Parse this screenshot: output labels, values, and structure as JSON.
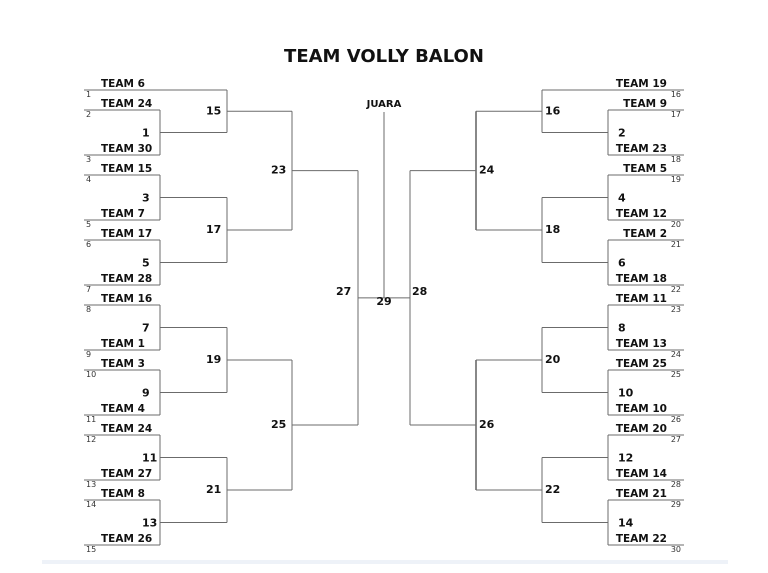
{
  "title": "TEAM VOLLY BALON",
  "winner_label": "JUARA",
  "left_teams": [
    {
      "slot": "1",
      "name": "TEAM 6"
    },
    {
      "slot": "2",
      "name": "TEAM 24"
    },
    {
      "slot": "3",
      "name": "TEAM 30"
    },
    {
      "slot": "4",
      "name": "TEAM 15"
    },
    {
      "slot": "5",
      "name": "TEAM 7"
    },
    {
      "slot": "6",
      "name": "TEAM 17"
    },
    {
      "slot": "7",
      "name": "TEAM 28"
    },
    {
      "slot": "8",
      "name": "TEAM 16"
    },
    {
      "slot": "9",
      "name": "TEAM 1"
    },
    {
      "slot": "10",
      "name": "TEAM 3"
    },
    {
      "slot": "11",
      "name": "TEAM 4"
    },
    {
      "slot": "12",
      "name": "TEAM 24"
    },
    {
      "slot": "13",
      "name": "TEAM 27"
    },
    {
      "slot": "14",
      "name": "TEAM 8"
    },
    {
      "slot": "15",
      "name": "TEAM 26"
    }
  ],
  "right_teams": [
    {
      "slot": "16",
      "name": "TEAM 19"
    },
    {
      "slot": "17",
      "name": "TEAM 9"
    },
    {
      "slot": "18",
      "name": "TEAM 23"
    },
    {
      "slot": "19",
      "name": "TEAM 5"
    },
    {
      "slot": "20",
      "name": "TEAM 12"
    },
    {
      "slot": "21",
      "name": "TEAM 2"
    },
    {
      "slot": "22",
      "name": "TEAM 18"
    },
    {
      "slot": "23",
      "name": "TEAM 11"
    },
    {
      "slot": "24",
      "name": "TEAM 13"
    },
    {
      "slot": "25",
      "name": "TEAM 25"
    },
    {
      "slot": "26",
      "name": "TEAM 10"
    },
    {
      "slot": "27",
      "name": "TEAM 20"
    },
    {
      "slot": "28",
      "name": "TEAM 14"
    },
    {
      "slot": "29",
      "name": "TEAM 21"
    },
    {
      "slot": "30",
      "name": "TEAM 22"
    }
  ],
  "left_matches": {
    "round1": [
      "1",
      "3",
      "5",
      "7",
      "9",
      "11",
      "13"
    ],
    "round2": [
      "15",
      "17",
      "19",
      "21"
    ],
    "round3": [
      "23",
      "25"
    ],
    "semi": "27"
  },
  "right_matches": {
    "round1": [
      "2",
      "4",
      "6",
      "8",
      "10",
      "12",
      "14"
    ],
    "round2": [
      "16",
      "18",
      "20",
      "22"
    ],
    "round3": [
      "24",
      "26"
    ],
    "semi": "28"
  },
  "final_match": "29"
}
